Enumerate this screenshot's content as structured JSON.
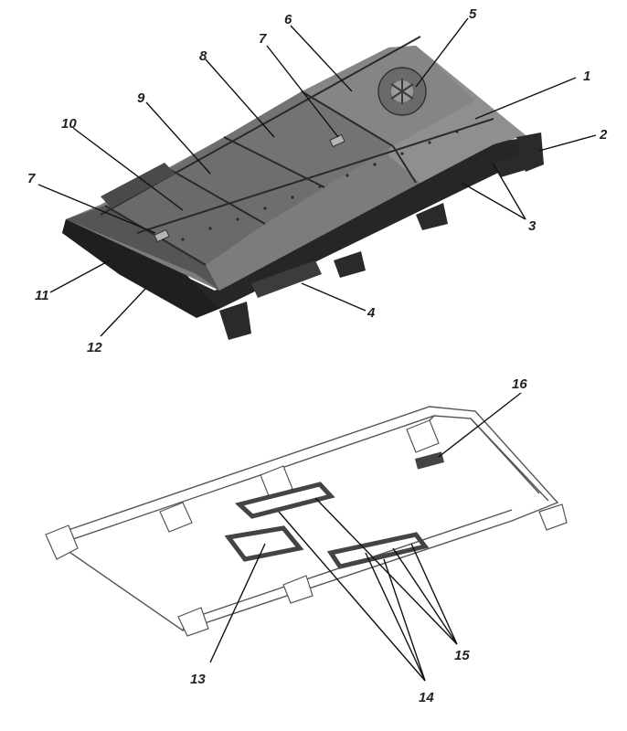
{
  "figure": {
    "top_view": {
      "callouts": [
        {
          "id": "c1",
          "label": "1"
        },
        {
          "id": "c2",
          "label": "2"
        },
        {
          "id": "c3",
          "label": "3"
        },
        {
          "id": "c4",
          "label": "4"
        },
        {
          "id": "c5",
          "label": "5"
        },
        {
          "id": "c6",
          "label": "6"
        },
        {
          "id": "c7a",
          "label": "7"
        },
        {
          "id": "c7b",
          "label": "7"
        },
        {
          "id": "c8",
          "label": "8"
        },
        {
          "id": "c9",
          "label": "9"
        },
        {
          "id": "c10",
          "label": "10"
        },
        {
          "id": "c11",
          "label": "11"
        },
        {
          "id": "c12",
          "label": "12"
        }
      ]
    },
    "bottom_view": {
      "callouts": [
        {
          "id": "c13",
          "label": "13"
        },
        {
          "id": "c14",
          "label": "14"
        },
        {
          "id": "c15",
          "label": "15"
        },
        {
          "id": "c16",
          "label": "16"
        }
      ]
    },
    "colors": {
      "armor_light": "#8e8e8e",
      "armor_mid": "#6f6f6f",
      "armor_dark": "#3a3a3a",
      "armor_darkest": "#1e1e1e",
      "outline": "#555555",
      "hatch": "#555555"
    }
  }
}
